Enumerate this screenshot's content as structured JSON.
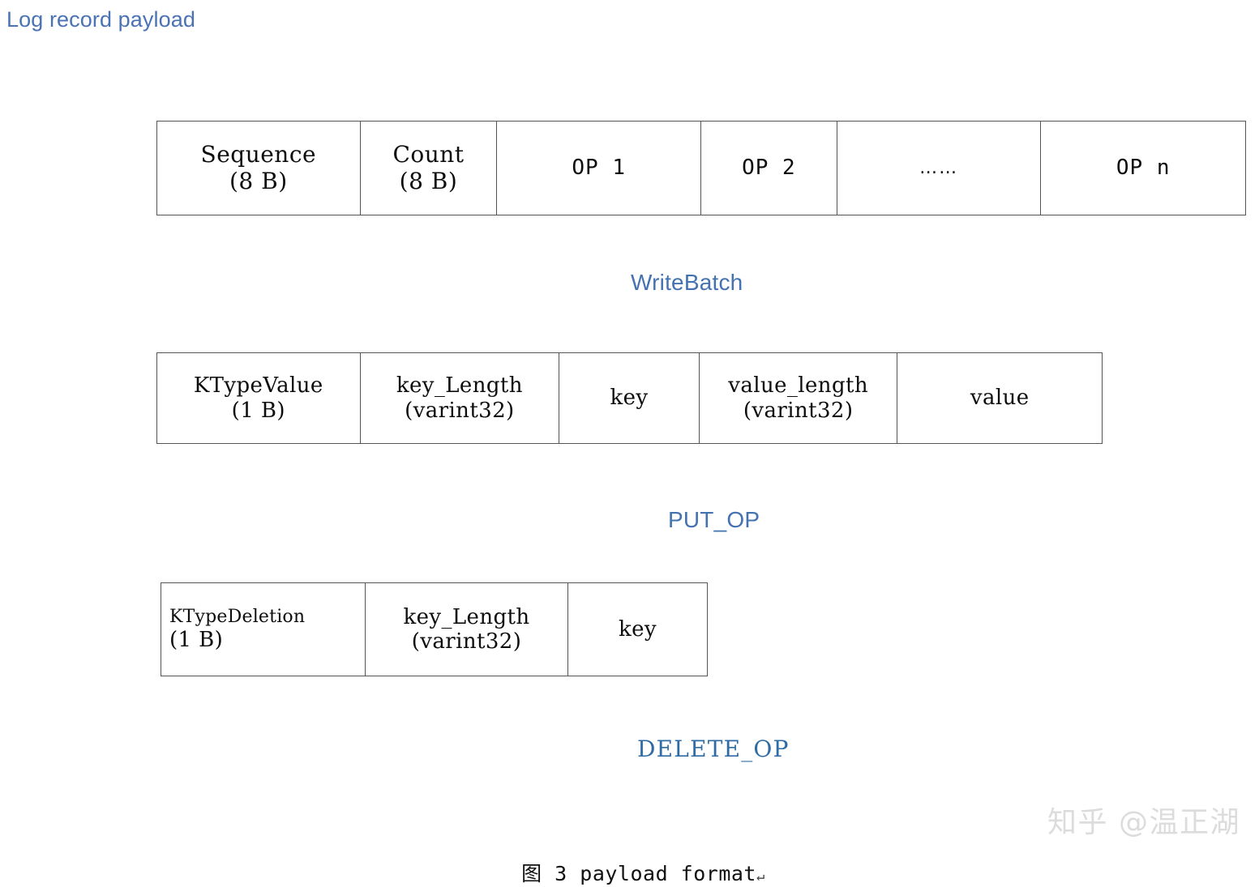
{
  "page_title": "Log record payload",
  "accent_color": "#4a72b5",
  "border_color": "#545454",
  "tables": {
    "log_record": {
      "name": "Log record payload",
      "cells": [
        {
          "line1": "Sequence",
          "line2": "(8 B)",
          "mono": false
        },
        {
          "line1": "Count",
          "line2": "(8 B)",
          "mono": false
        },
        {
          "line1": "OP 1",
          "line2": "",
          "mono": true
        },
        {
          "line1": "OP 2",
          "line2": "",
          "mono": true
        },
        {
          "line1": "……",
          "line2": "",
          "mono": true
        },
        {
          "line1": "OP n",
          "line2": "",
          "mono": true
        }
      ]
    },
    "put_op": {
      "name": "PUT_OP",
      "cells": [
        {
          "line1": "KTypeValue",
          "line2": "(1 B)"
        },
        {
          "line1": "key_Length",
          "line2": "(varint32)"
        },
        {
          "line1": "key",
          "line2": ""
        },
        {
          "line1": "value_length",
          "line2": "(varint32)"
        },
        {
          "line1": "value",
          "line2": ""
        }
      ]
    },
    "delete_op": {
      "name": "DELETE_OP",
      "cells": [
        {
          "line1": "KTypeDeletion",
          "line2": "(1 B)"
        },
        {
          "line1": "key_Length",
          "line2": "(varint32)"
        },
        {
          "line1": "key",
          "line2": ""
        }
      ]
    }
  },
  "labels": {
    "writebatch": "WriteBatch",
    "put_op": "PUT_OP",
    "delete_op": "DELETE_OP"
  },
  "caption": {
    "text": "图 3 payload format",
    "pilcrow": "↵"
  },
  "watermark": "知乎 @温正湖"
}
